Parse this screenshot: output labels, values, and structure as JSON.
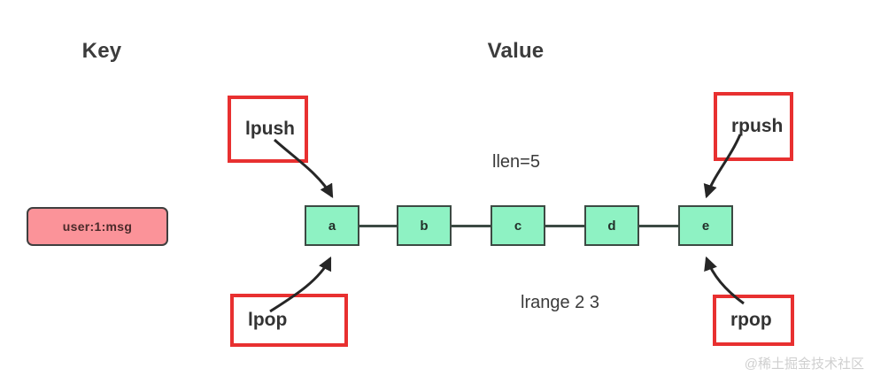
{
  "headings": {
    "key": "Key",
    "value": "Value"
  },
  "key_entry": {
    "label": "user:1:msg"
  },
  "list": {
    "nodes": [
      {
        "label": "a"
      },
      {
        "label": "b"
      },
      {
        "label": "c"
      },
      {
        "label": "d"
      },
      {
        "label": "e"
      }
    ]
  },
  "annotations": {
    "lpush": "lpush",
    "lpop": "lpop",
    "rpush": "rpush",
    "rpop": "rpop"
  },
  "captions": {
    "llen": "llen=5",
    "lrange": "lrange 2 3"
  },
  "watermark": "@稀土掘金技术社区",
  "colors": {
    "key_fill": "#fb9399",
    "node_fill": "#8ef2c3",
    "node_border": "#3c4a43",
    "annotation_border": "#e83030",
    "arrow": "#262626",
    "background": "#ffffff",
    "heading_text": "#3c3c3c"
  }
}
